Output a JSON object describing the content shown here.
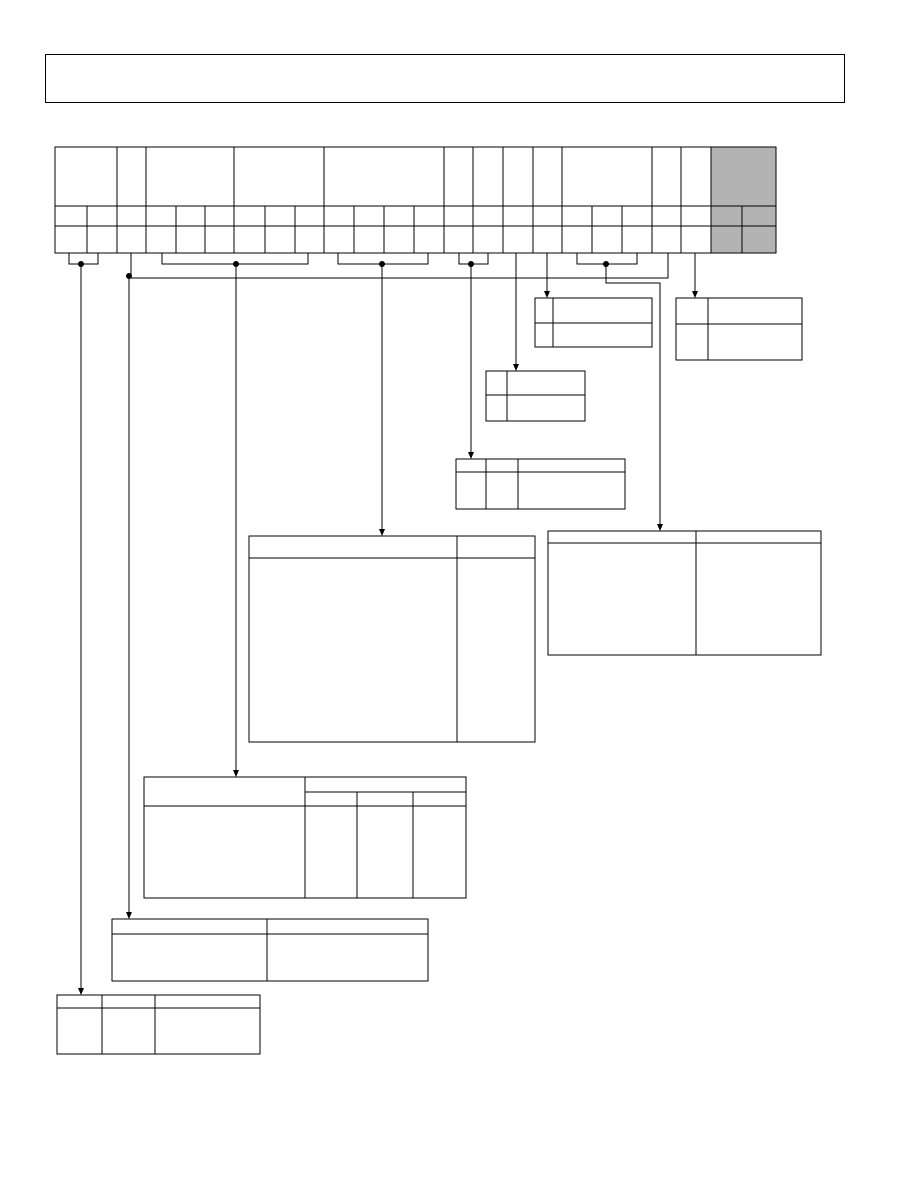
{
  "header": {
    "title": ""
  },
  "register": {
    "field_names": [],
    "bit_numbers": [],
    "bit_values": [],
    "reserved_fill": "#b3b3b3"
  },
  "tables": [
    {
      "id": "table-a",
      "headers": [],
      "rows": []
    },
    {
      "id": "table-b",
      "headers": [],
      "rows": []
    },
    {
      "id": "table-c",
      "headers": [],
      "rows": []
    },
    {
      "id": "table-d",
      "headers": [],
      "rows": []
    },
    {
      "id": "table-e",
      "headers": [],
      "rows": []
    },
    {
      "id": "table-f",
      "headers": [],
      "rows": []
    },
    {
      "id": "table-g",
      "headers": [],
      "rows": []
    },
    {
      "id": "table-h",
      "headers": [],
      "rows": []
    },
    {
      "id": "table-i",
      "headers": [],
      "rows": []
    }
  ]
}
